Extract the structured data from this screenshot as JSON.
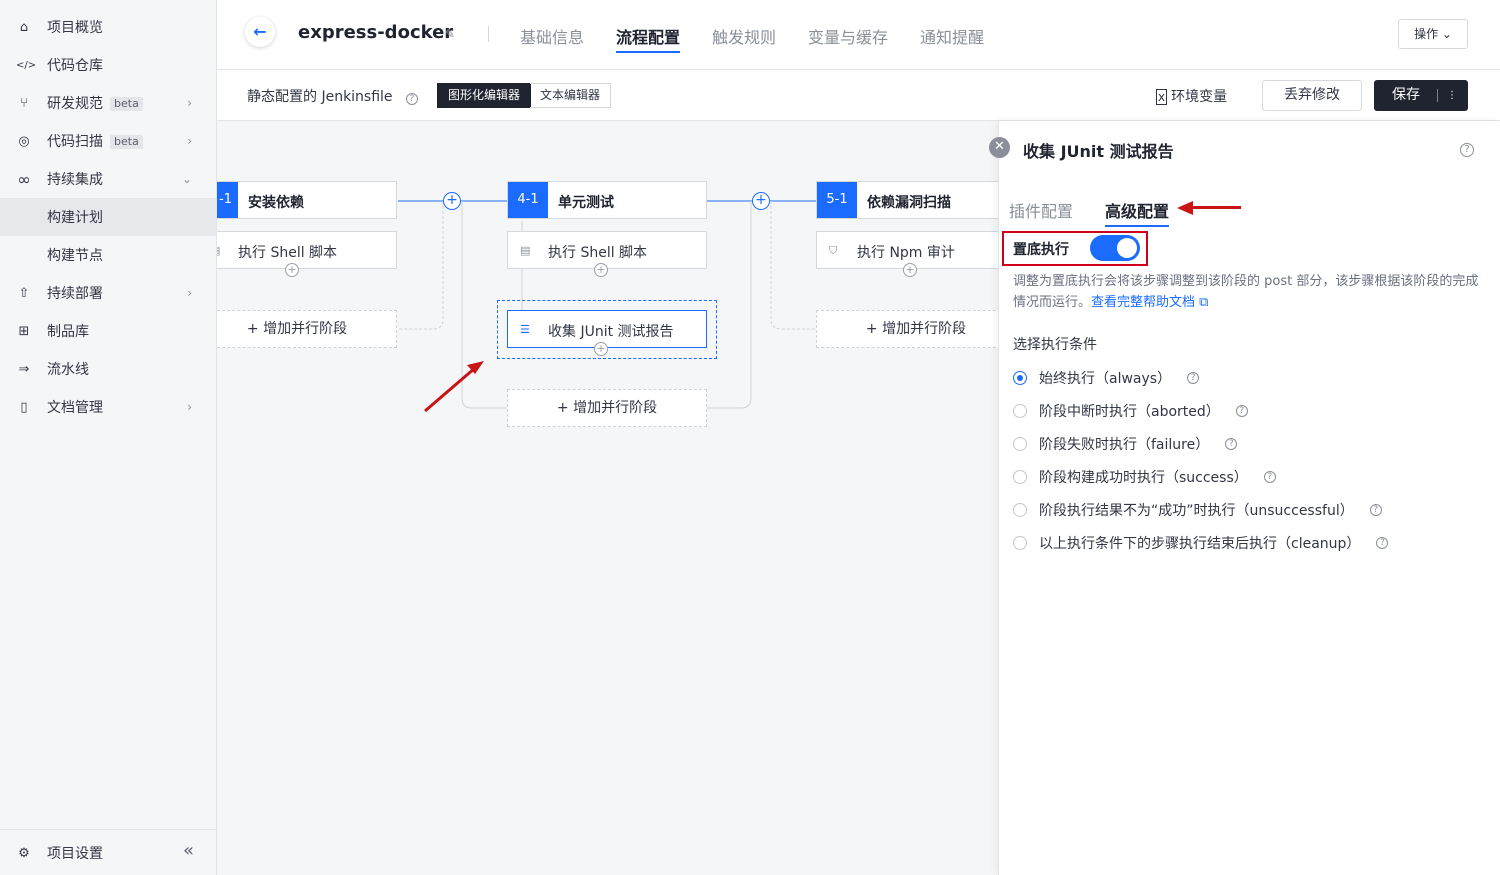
{
  "sidebar": {
    "items": [
      {
        "icon": "home-icon",
        "glyph": "⌂",
        "label": "项目概览",
        "badge": "",
        "arrow": ""
      },
      {
        "icon": "code-icon",
        "glyph": "</>",
        "label": "代码仓库",
        "badge": "",
        "arrow": ""
      },
      {
        "icon": "branch-icon",
        "glyph": "⑂",
        "label": "研发规范",
        "badge": "beta",
        "arrow": "›"
      },
      {
        "icon": "scan-icon",
        "glyph": "◎",
        "label": "代码扫描",
        "badge": "beta",
        "arrow": "›"
      },
      {
        "icon": "infinity-icon",
        "glyph": "∞",
        "label": "持续集成",
        "badge": "",
        "arrow": "⌄"
      },
      {
        "icon": "",
        "glyph": "",
        "label": "构建计划",
        "badge": "",
        "arrow": ""
      },
      {
        "icon": "",
        "glyph": "",
        "label": "构建节点",
        "badge": "",
        "arrow": ""
      },
      {
        "icon": "rocket-icon",
        "glyph": "⇧",
        "label": "持续部署",
        "badge": "",
        "arrow": "›"
      },
      {
        "icon": "package-icon",
        "glyph": "⊞",
        "label": "制品库",
        "badge": "",
        "arrow": ""
      },
      {
        "icon": "arrow-right-icon",
        "glyph": "⇒",
        "label": "流水线",
        "badge": "",
        "arrow": ""
      },
      {
        "icon": "document-icon",
        "glyph": "▯",
        "label": "文档管理",
        "badge": "",
        "arrow": "›"
      }
    ],
    "footer_label": "项目设置",
    "collapse_glyph": "«"
  },
  "header": {
    "project_name": "express-docker",
    "tabs": [
      "基础信息",
      "流程配置",
      "触发规则",
      "变量与缓存",
      "通知提醒"
    ],
    "ops_label": "操作 ⌄"
  },
  "toolbar": {
    "static_label": "静态配置的 Jenkinsfile",
    "graphic_editor": "图形化编辑器",
    "text_editor": "文本编辑器",
    "env_label": "环境变量",
    "discard_label": "丢弃修改",
    "save_label": "保存"
  },
  "pipeline": {
    "stage1_num": "-1",
    "stage1_title": "安装依赖",
    "stage1_step": "执行 Shell 脚本",
    "stage2_num": "4-1",
    "stage2_title": "单元测试",
    "stage2_step": "执行 Shell 脚本",
    "stage2_step2": "收集 JUnit 测试报告",
    "stage3_num": "5-1",
    "stage3_title": "依赖漏洞扫描",
    "stage3_step": "执行 Npm 审计",
    "add_parallel": "+ 增加并行阶段"
  },
  "panel": {
    "title": "收集 JUnit 测试报告",
    "tab_plugin": "插件配置",
    "tab_advanced": "高级配置",
    "toggle_label": "置底执行",
    "toggle_on": true,
    "desc": "调整为置底执行会将该步骤调整到该阶段的 post 部分，该步骤根据该阶段的完成情况而运行。",
    "desc_link": "查看完整帮助文档",
    "cond_title": "选择执行条件",
    "conditions": [
      "始终执行（always）",
      "阶段中断时执行（aborted）",
      "阶段失败时执行（failure）",
      "阶段构建成功时执行（success）",
      "阶段执行结果不为“成功”时执行（unsuccessful）",
      "以上执行条件下的步骤执行结束后执行（cleanup）"
    ],
    "selected_condition": 0
  },
  "colors": {
    "accent": "#1b6bff",
    "annotation": "#c81414"
  }
}
